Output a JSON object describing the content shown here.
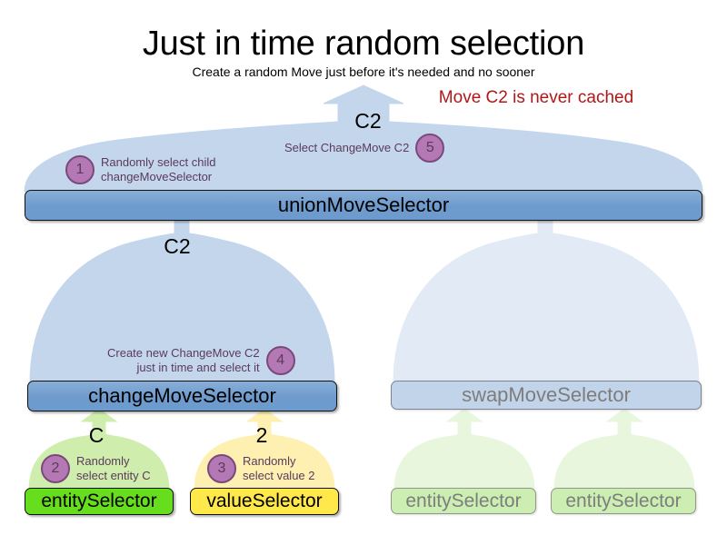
{
  "header": {
    "title": "Just in time random selection",
    "subtitle": "Create a random Move just before it's needed and no sooner",
    "warning": "Move C2 is never cached",
    "warning_color": "#b01818"
  },
  "flow_labels": {
    "top": "C2",
    "middle": "C2",
    "entity": "C",
    "value": "2"
  },
  "nodes": {
    "union": {
      "label": "unionMoveSelector",
      "color": "#6d9bcd",
      "state": "active"
    },
    "change": {
      "label": "changeMoveSelector",
      "color": "#6d9bcd",
      "state": "active"
    },
    "swap": {
      "label": "swapMoveSelector",
      "color": "#c2d4e9",
      "state": "faded"
    },
    "entity": {
      "label": "entitySelector",
      "color": "#66dd1d",
      "state": "active"
    },
    "value": {
      "label": "valueSelector",
      "color": "#ffe84a",
      "state": "active"
    },
    "entity_swap_left": {
      "label": "entitySelector",
      "color": "#cdeeb2",
      "state": "faded"
    },
    "entity_swap_right": {
      "label": "entitySelector",
      "color": "#cdeeb2",
      "state": "faded"
    }
  },
  "steps": [
    {
      "number": "1",
      "text": "Randomly select child\nchangeMoveSelector"
    },
    {
      "number": "2",
      "text": "Randomly\nselect entity C"
    },
    {
      "number": "3",
      "text": "Randomly\nselect value 2"
    },
    {
      "number": "4",
      "text": "Create new ChangeMove C2\njust in time and select it"
    },
    {
      "number": "5",
      "text": "Select ChangeMove C2"
    }
  ],
  "badge_colors": {
    "fill": "#b478b4",
    "border": "#79497a",
    "text": "#5b3a5b"
  },
  "dome_colors": {
    "blue": "#c3d6ec",
    "blue_faded": "#e2eaf5",
    "green": "#cfeeae",
    "green_faded": "#e9f6de",
    "yellow": "#fdf0b0"
  }
}
